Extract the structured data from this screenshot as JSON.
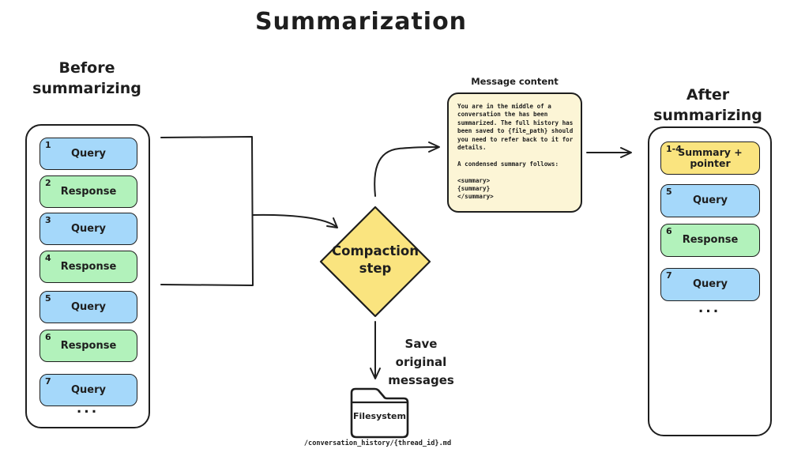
{
  "title": "Summarization",
  "before": {
    "label": "Before\nsummarizing",
    "messages": [
      {
        "num": "1",
        "label": "Query"
      },
      {
        "num": "2",
        "label": "Response"
      },
      {
        "num": "3",
        "label": "Query"
      },
      {
        "num": "4",
        "label": "Response"
      },
      {
        "num": "5",
        "label": "Query"
      },
      {
        "num": "6",
        "label": "Response"
      },
      {
        "num": "7",
        "label": "Query"
      }
    ],
    "ellipsis": "..."
  },
  "after": {
    "label": "After\nsummarizing",
    "messages": [
      {
        "num": "1-4",
        "label": "Summary +\npointer"
      },
      {
        "num": "5",
        "label": "Query"
      },
      {
        "num": "6",
        "label": "Response"
      },
      {
        "num": "7",
        "label": "Query"
      }
    ],
    "ellipsis": "..."
  },
  "compaction": {
    "label": "Compaction\nstep"
  },
  "note": {
    "title": "Message content",
    "body": "You are in the middle of a\nconversation the has been\nsummarized. The full history has\nbeen saved to {file_path} should\nyou need to refer back to it for\ndetails.\n\nA condensed summary follows:\n\n<summary>\n{summary}\n</summary>"
  },
  "save_arrow": {
    "label": "Save original\nmessages"
  },
  "filesystem": {
    "label": "Filesystem",
    "path": "/conversation_history/{thread_id}.md"
  },
  "colors": {
    "query": "#a5d8fa",
    "response": "#b2f2bb",
    "summary": "#fae47f",
    "diamond": "#fae47f",
    "note": "#fcf5d6",
    "stroke": "#1e1e1e"
  }
}
